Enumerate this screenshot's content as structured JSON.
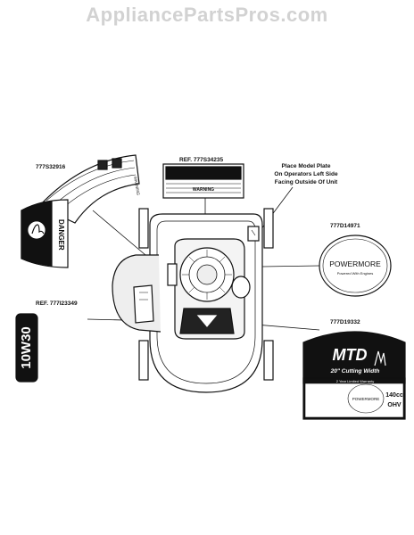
{
  "watermark": "AppliancePartsPros.com",
  "callouts": {
    "ref_left": "777S32916",
    "ref_top": "REF. 777S34235",
    "plate_note": [
      "Place Model Plate",
      "On Operators Left Side",
      "Facing Outside Of Unit"
    ],
    "ref_right_top": "777D14971",
    "ref_mid_left": "REF. 777I23349",
    "ref_right_bottom": "777D19332"
  },
  "decals": {
    "warning_word": "WARNING",
    "danger_word": "DANGER",
    "oil_grade": "10W30",
    "powermore_brand": "POWERMORE",
    "powermore_tagline": "Powered With Engines",
    "mtd_brand": "MTD",
    "cutting_width": "20\" Cutting Width",
    "warranty_line": "2 Year Limited Warranty",
    "engine_cc": "140cc",
    "engine_type": "OHV"
  }
}
